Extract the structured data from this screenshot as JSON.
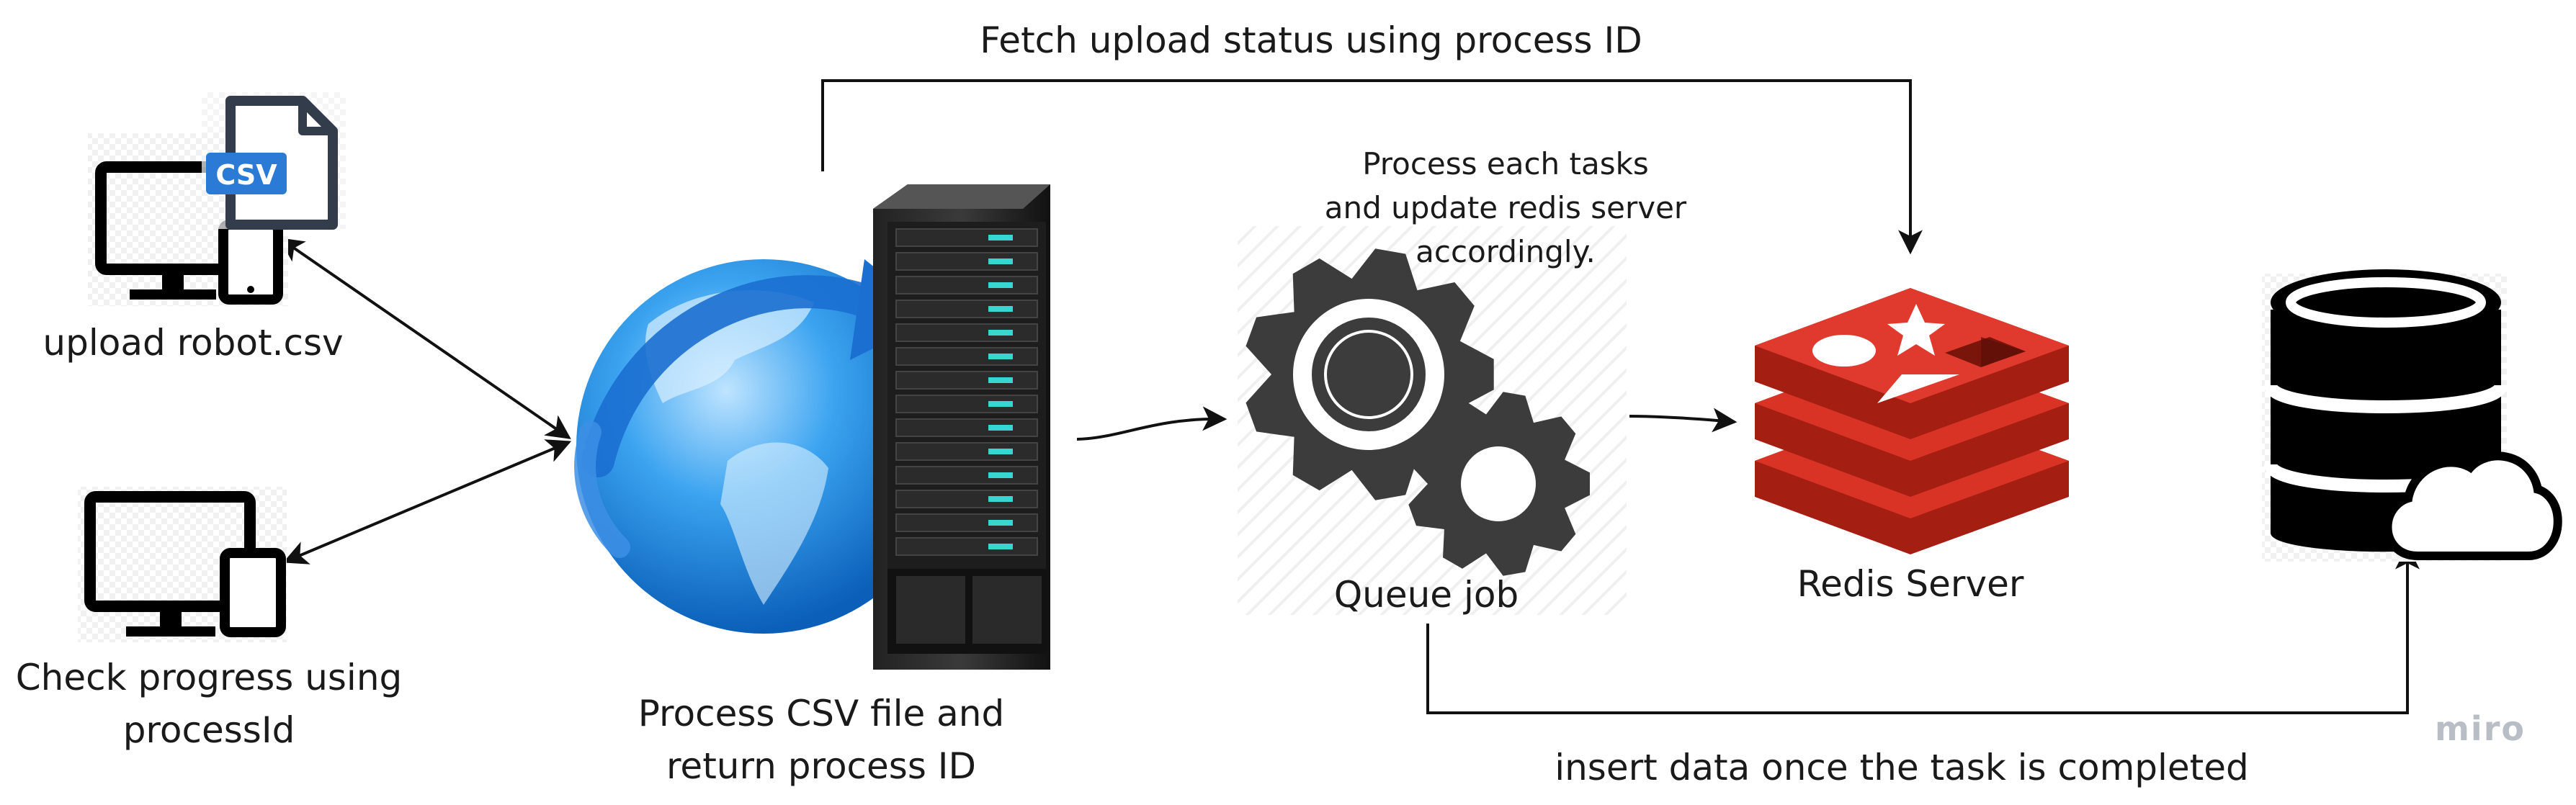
{
  "labels": {
    "top_arrow": "Fetch upload status using process ID",
    "upload": "upload robot.csv",
    "check_line1": "Check progress using",
    "check_line2": "processId",
    "process_line1": "Process CSV file and",
    "process_line2": "return process ID",
    "queue_note_line1": "Process each tasks",
    "queue_note_line2": "and update redis server",
    "queue_note_line3": "accordingly.",
    "queue": "Queue job",
    "redis": "Redis Server",
    "bottom_arrow": "insert data once the task is completed",
    "csv_badge": "CSV",
    "watermark": "miro"
  },
  "icons": {
    "upload_device": "computer-phone-icon",
    "csv_file": "csv-file-icon",
    "check_device": "computer-phone-icon",
    "server": "globe-server-icon",
    "queue": "gears-icon",
    "redis": "redis-logo-icon",
    "database": "database-cloud-icon"
  },
  "colors": {
    "arrow": "#111111",
    "redis_top": "#e03a2f",
    "redis_side": "#a41e11",
    "gear": "#3c3c3c",
    "globe": "#2f95e6",
    "csv_badge": "#2b7bd6"
  }
}
